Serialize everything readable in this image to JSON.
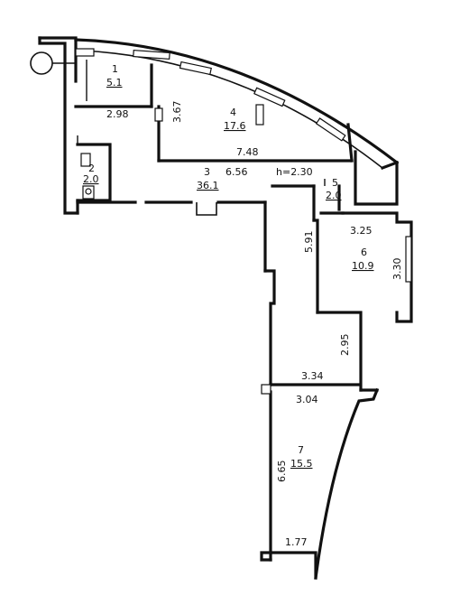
{
  "rooms": [
    {
      "number": "1",
      "area": "5.1"
    },
    {
      "number": "2",
      "area": "2.0"
    },
    {
      "number": "3",
      "area": "36.1"
    },
    {
      "number": "4",
      "area": "17.6"
    },
    {
      "number": "5",
      "area": "2.0"
    },
    {
      "number": "6",
      "area": "10.9"
    },
    {
      "number": "7",
      "area": "15.5"
    }
  ],
  "dimensions": {
    "d_2_98": "2.98",
    "d_3_67": "3.67",
    "d_7_48": "7.48",
    "d_6_56": "6.56",
    "ceiling": "h=2.30",
    "d_5_91": "5.91",
    "d_3_25": "3.25",
    "d_3_30": "3.30",
    "d_2_95": "2.95",
    "d_3_34": "3.34",
    "d_3_04": "3.04",
    "d_6_65": "6.65",
    "d_1_77": "1.77"
  }
}
